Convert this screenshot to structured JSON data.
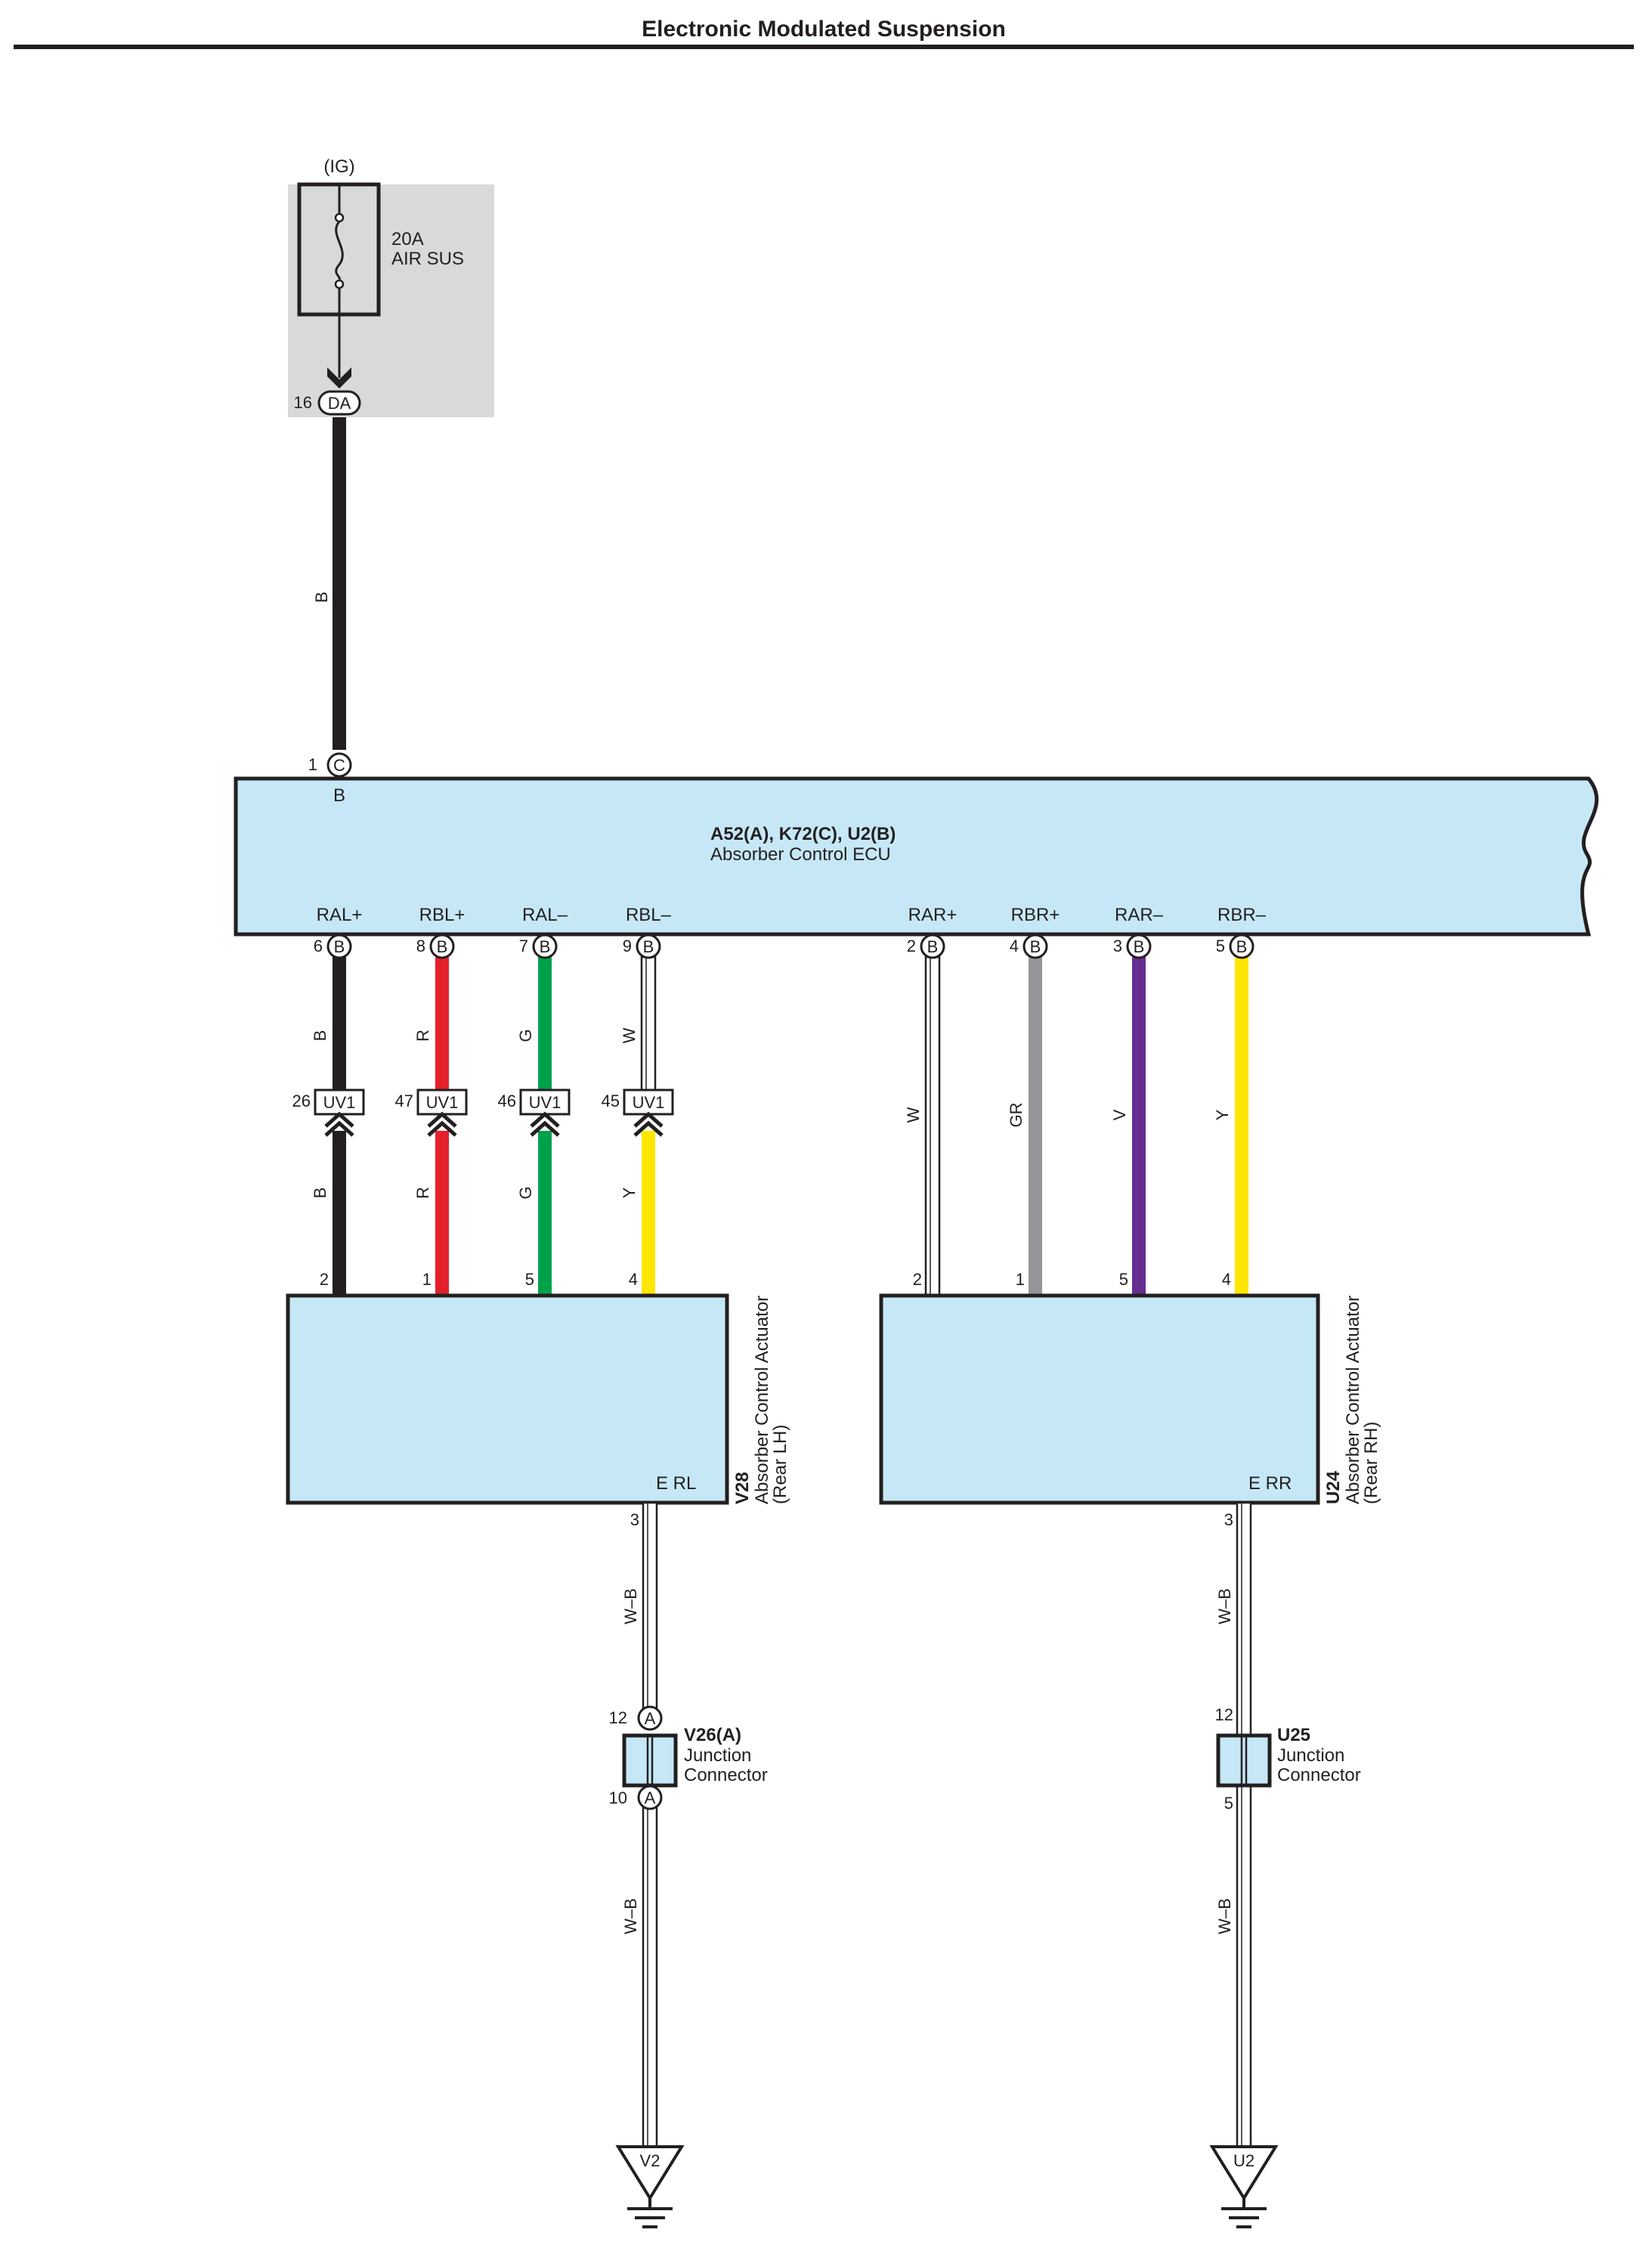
{
  "header": {
    "title": "Electronic Modulated Suspension"
  },
  "fuse": {
    "ig": "(IG)",
    "amp": "20A",
    "name": "AIR SUS",
    "pin": "16",
    "connector": "DA",
    "wire": "B"
  },
  "ecu": {
    "id": "A52(A), K72(C), U2(B)",
    "name": "Absorber Control ECU",
    "top_pin": {
      "num": "1",
      "conn": "C",
      "terminal": "B"
    },
    "left_pins": [
      {
        "num": "6",
        "conn": "B",
        "label": "RAL+",
        "wire_top": "B",
        "color": "#231f20"
      },
      {
        "num": "8",
        "conn": "B",
        "label": "RBL+",
        "wire_top": "R",
        "color": "#e4202a"
      },
      {
        "num": "7",
        "conn": "B",
        "label": "RAL–",
        "wire_top": "G",
        "color": "#00a14b"
      },
      {
        "num": "9",
        "conn": "B",
        "label": "RBL–",
        "wire_top": "W",
        "color": "#ffffff"
      }
    ],
    "right_pins": [
      {
        "num": "2",
        "conn": "B",
        "label": "RAR+",
        "wire": "W",
        "color": "#ffffff"
      },
      {
        "num": "4",
        "conn": "B",
        "label": "RBR+",
        "wire": "GR",
        "color": "#939598"
      },
      {
        "num": "3",
        "conn": "B",
        "label": "RAR–",
        "wire": "V",
        "color": "#662d91"
      },
      {
        "num": "5",
        "conn": "B",
        "label": "RBR–",
        "wire": "Y",
        "color": "#ffe600"
      }
    ]
  },
  "inline_connectors": [
    {
      "num": "26",
      "label": "UV1",
      "wire_bottom": "B",
      "color": "#231f20"
    },
    {
      "num": "47",
      "label": "UV1",
      "wire_bottom": "R",
      "color": "#e4202a"
    },
    {
      "num": "46",
      "label": "UV1",
      "wire_bottom": "G",
      "color": "#00a14b"
    },
    {
      "num": "45",
      "label": "UV1",
      "wire_bottom": "Y",
      "color": "#ffe600"
    }
  ],
  "actuator_lh": {
    "id": "V28",
    "name": "Absorber Control Actuator",
    "side": "(Rear LH)",
    "pins": [
      "2",
      "1",
      "5",
      "4"
    ],
    "labels": [
      "RAL+",
      "RBL+",
      "RAL–",
      "RBL–"
    ],
    "ground_label": "E RL",
    "ground_pin": "3"
  },
  "actuator_rh": {
    "id": "U24",
    "name": "Absorber Control Actuator",
    "side": "(Rear RH)",
    "pins": [
      "2",
      "1",
      "5",
      "4"
    ],
    "labels": [
      "RAR+",
      "RBR+",
      "RAR–",
      "RBR–"
    ],
    "ground_label": "E RR",
    "ground_pin": "3"
  },
  "junction_lh": {
    "id": "V26(A)",
    "name1": "Junction",
    "name2": "Connector",
    "pin_top": "12",
    "pin_bottom": "10",
    "conn": "A",
    "wire_upper": "W–B",
    "wire_lower": "W–B"
  },
  "junction_rh": {
    "id": "U25",
    "name1": "Junction",
    "name2": "Connector",
    "pin_top": "12",
    "pin_bottom": "5",
    "wire_upper": "W–B",
    "wire_lower": "W–B"
  },
  "grounds": {
    "lh": "V2",
    "rh": "U2"
  }
}
